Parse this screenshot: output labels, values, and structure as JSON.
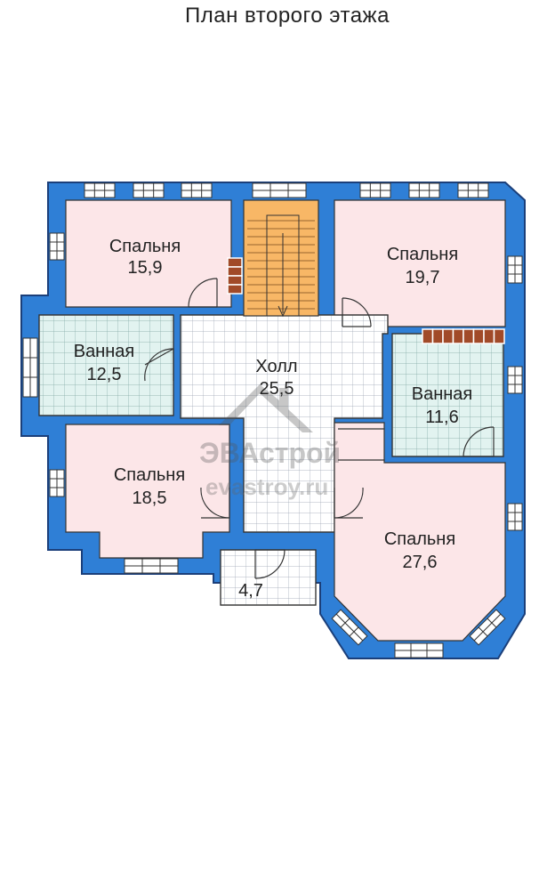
{
  "title": "План второго этажа",
  "rooms": {
    "bedroom_nw": {
      "name": "Спальня",
      "area": "15,9"
    },
    "bedroom_ne": {
      "name": "Спальня",
      "area": "19,7"
    },
    "bath_w": {
      "name": "Ванная",
      "area": "12,5"
    },
    "hall": {
      "name": "Холл",
      "area": "25,5"
    },
    "bath_e": {
      "name": "Ванная",
      "area": "11,6"
    },
    "bedroom_sw": {
      "name": "Спальня",
      "area": "18,5"
    },
    "bedroom_se": {
      "name": "Спальня",
      "area": "27,6"
    },
    "balcony": {
      "name": "",
      "area": "4,7"
    }
  },
  "watermark": {
    "brand": "ЭВАстрой",
    "site": "evastroy.ru"
  },
  "colors": {
    "wall": "#2f7fd6",
    "wall_stroke": "#1b3f7a",
    "bedroom": "#fce6e8",
    "bath": "#e2f3f0",
    "hall": "#ffffff",
    "stairs": "#f8b766",
    "chimney": "#a14a28"
  }
}
